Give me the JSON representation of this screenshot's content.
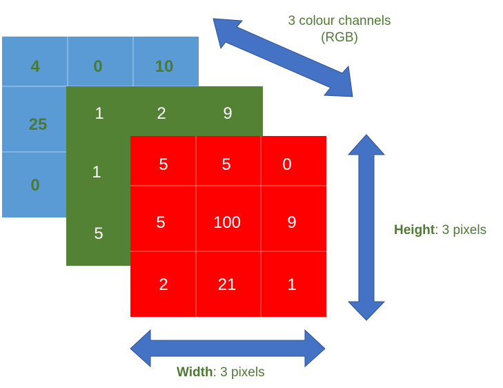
{
  "channels_label": {
    "line1": "3 colour channels",
    "line2": "(RGB)"
  },
  "height_label": {
    "bold": "Height",
    "rest": ": 3 pixels"
  },
  "width_label": {
    "bold": "Width",
    "rest": ": 3 pixels"
  },
  "colors": {
    "blue": "#5b9bd5",
    "green": "#548235",
    "red": "#ff0000",
    "arrow": "#4472c4",
    "label_text": "#4e7a33",
    "blue_text": "#4a7a33"
  },
  "channels": {
    "blue": {
      "name": "Blue",
      "cells": [
        [
          "4",
          "0",
          "10"
        ],
        [
          "25",
          "",
          ""
        ],
        [
          "0",
          "",
          ""
        ]
      ]
    },
    "green": {
      "name": "Green",
      "cells": [
        [
          "1",
          "2",
          "9"
        ],
        [
          "1",
          "",
          ""
        ],
        [
          "5",
          "",
          ""
        ]
      ]
    },
    "red": {
      "name": "Red",
      "cells": [
        [
          "5",
          "5",
          "0"
        ],
        [
          "5",
          "100",
          "9"
        ],
        [
          "2",
          "21",
          "1"
        ]
      ]
    }
  }
}
